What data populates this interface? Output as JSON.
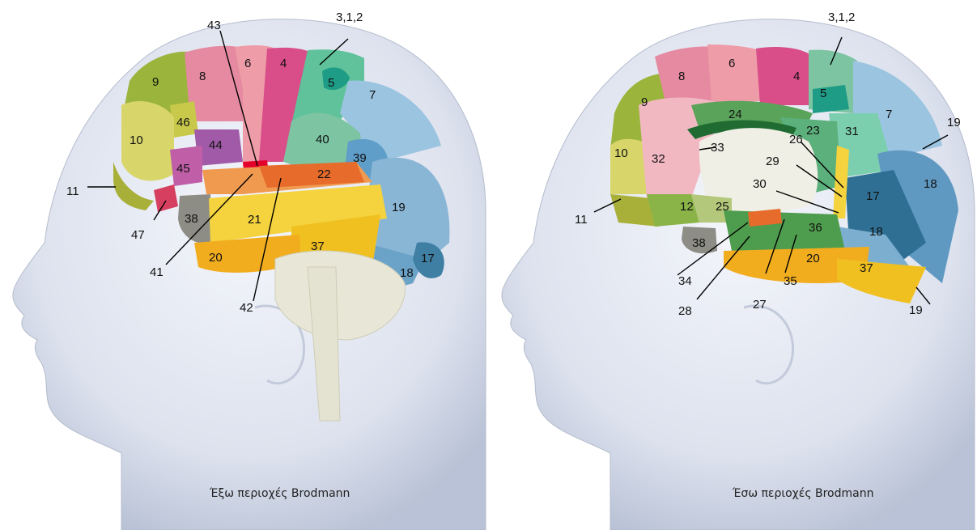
{
  "left": {
    "caption": "Έξω περιοχές Brodmann",
    "labels": {
      "a312": "3,1,2",
      "a43": "43",
      "a4": "4",
      "a6": "6",
      "a8": "8",
      "a9": "9",
      "a5": "5",
      "a7": "7",
      "a46": "46",
      "a10": "10",
      "a44": "44",
      "a40": "40",
      "a45": "45",
      "a39": "39",
      "a22": "22",
      "a11": "11",
      "a38": "38",
      "a21": "21",
      "a19": "19",
      "a47": "47",
      "a37": "37",
      "a20": "20",
      "a17": "17",
      "a18": "18",
      "a41": "41",
      "a42": "42"
    }
  },
  "right": {
    "caption": "Έσω περιοχές Brodmann",
    "labels": {
      "a312": "3,1,2",
      "a6": "6",
      "a8": "8",
      "a4": "4",
      "a5": "5",
      "a9": "9",
      "a7": "7",
      "a19top": "19",
      "a24": "24",
      "a23": "23",
      "a31": "31",
      "a26": "26",
      "a33": "33",
      "a10": "10",
      "a32": "32",
      "a29": "29",
      "a18": "18",
      "a30": "30",
      "a17": "17",
      "a11": "11",
      "a12": "12",
      "a25": "25",
      "a36": "36",
      "a18b": "18",
      "a38": "38",
      "a20": "20",
      "a37": "37",
      "a34": "34",
      "a35": "35",
      "a28": "28",
      "a27": "27",
      "a19bot": "19"
    }
  },
  "colors": {
    "head": "#d6dcea",
    "brain_frontal_yellow": "#d8d66a",
    "green": "#9ab43c",
    "pink": "#e58aa0",
    "magenta": "#d94d88",
    "teal": "#7cc4a2",
    "blue": "#8ab6d6",
    "darkblue": "#3f7fa3",
    "orange": "#f0a050",
    "red": "#e53a3a",
    "gold": "#f0c020",
    "gray": "#8d8d86",
    "purple": "#a05aa8"
  }
}
